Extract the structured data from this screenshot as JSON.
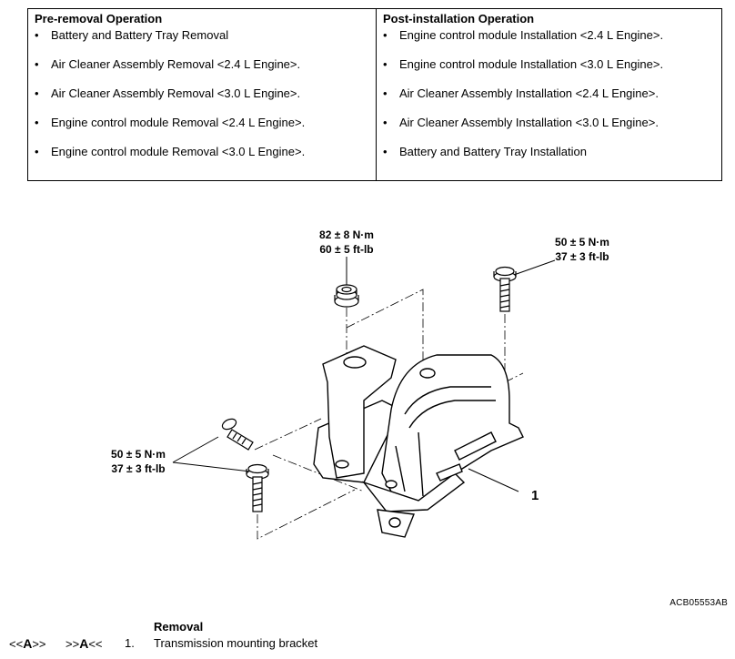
{
  "pre_removal": {
    "title": "Pre-removal Operation",
    "items": [
      "Battery and Battery Tray Removal",
      "Air Cleaner Assembly Removal  <2.4 L Engine>.",
      "Air Cleaner Assembly Removal  <3.0 L Engine>.",
      "Engine control module Removal  <2.4 L Engine>.",
      "Engine control module Removal  <3.0 L Engine>."
    ]
  },
  "post_installation": {
    "title": "Post-installation Operation",
    "items": [
      "Engine control module Installation  <2.4 L Engine>.",
      "Engine control module Installation  <3.0 L Engine>.",
      "Air Cleaner Assembly Installation  <2.4 L Engine>.",
      "Air Cleaner Assembly Installation  <3.0 L Engine>.",
      "Battery and Battery Tray Installation"
    ]
  },
  "diagram": {
    "torque_top_nut": [
      "82 ± 8 N·m",
      "60 ± 5 ft-lb"
    ],
    "torque_top_right_bolt": [
      "50 ± 5 N·m",
      "37 ± 3 ft-lb"
    ],
    "torque_left_bolts": [
      "50 ± 5 N·m",
      "37 ± 3 ft-lb"
    ],
    "part_callout": "1",
    "figure_code": "ACB05553AB"
  },
  "removal": {
    "title": "Removal",
    "removal_prefix": "<<",
    "removal_letter": "A",
    "removal_suffix": ">>",
    "install_prefix": ">>",
    "install_letter": "A",
    "install_suffix": "<<",
    "number": "1.",
    "part_name": "Transmission mounting bracket"
  },
  "bullet": "•"
}
